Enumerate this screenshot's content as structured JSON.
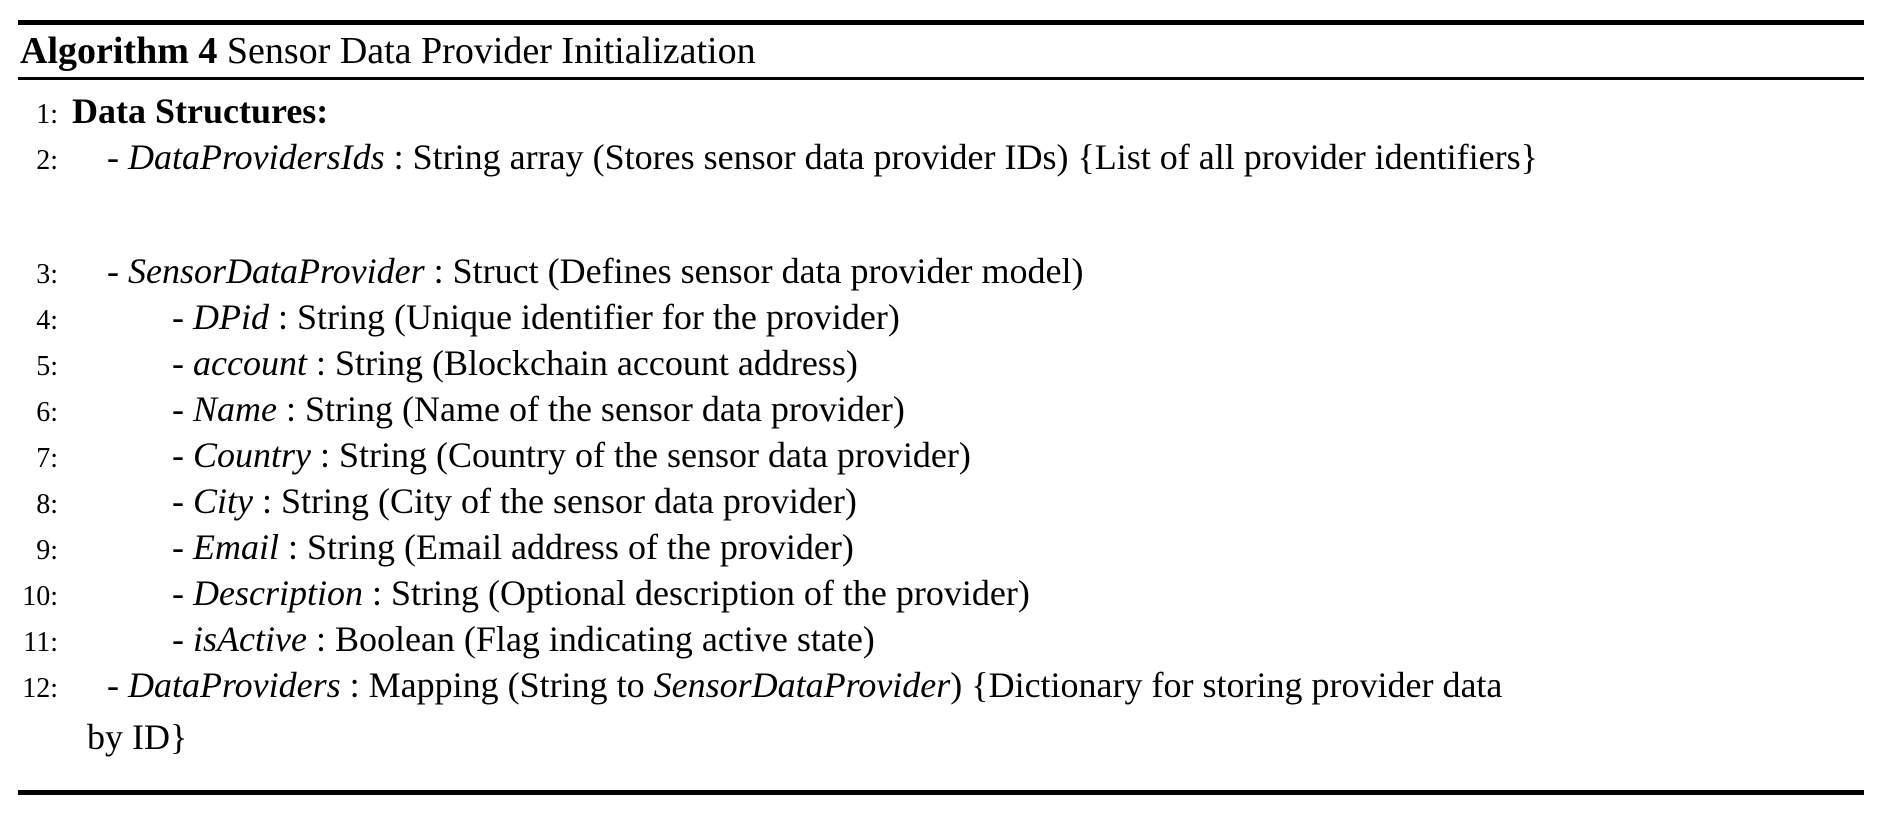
{
  "colors": {
    "text": "#000000",
    "background": "#ffffff",
    "rule": "#000000"
  },
  "title": {
    "bold": "Algorithm 4",
    "rest": " Sensor Data Provider Initialization"
  },
  "algorithm": {
    "lines": [
      {
        "num": "1:",
        "indent": 0,
        "segments": [
          {
            "text": "Data Structures:",
            "bold": true
          }
        ]
      },
      {
        "num": "2:",
        "indent": 1,
        "segments": [
          {
            "text": "- "
          },
          {
            "text": "DataProvidersIds",
            "italic": true
          },
          {
            "text": " : String array (Stores sensor data provider IDs) {List of all provider identifiers}"
          }
        ]
      },
      {
        "spacer": true,
        "num": "",
        "indent": 0,
        "segments": []
      },
      {
        "num": "3:",
        "indent": 1,
        "segments": [
          {
            "text": "- "
          },
          {
            "text": "SensorDataProvider",
            "italic": true
          },
          {
            "text": " : Struct (Defines sensor data provider model)"
          }
        ]
      },
      {
        "num": "4:",
        "indent": 2,
        "segments": [
          {
            "text": "- "
          },
          {
            "text": "DPid",
            "italic": true
          },
          {
            "text": " : String (Unique identifier for the provider)"
          }
        ]
      },
      {
        "num": "5:",
        "indent": 2,
        "segments": [
          {
            "text": "- "
          },
          {
            "text": "account",
            "italic": true
          },
          {
            "text": " : String (Blockchain account address)"
          }
        ]
      },
      {
        "num": "6:",
        "indent": 2,
        "segments": [
          {
            "text": "- "
          },
          {
            "text": "Name",
            "italic": true
          },
          {
            "text": " : String (Name of the sensor data provider)"
          }
        ]
      },
      {
        "num": "7:",
        "indent": 2,
        "segments": [
          {
            "text": "- "
          },
          {
            "text": "Country",
            "italic": true
          },
          {
            "text": " : String (Country of the sensor data provider)"
          }
        ]
      },
      {
        "num": "8:",
        "indent": 2,
        "segments": [
          {
            "text": "- "
          },
          {
            "text": "City",
            "italic": true
          },
          {
            "text": " : String (City of the sensor data provider)"
          }
        ]
      },
      {
        "num": "9:",
        "indent": 2,
        "segments": [
          {
            "text": "- "
          },
          {
            "text": "Email",
            "italic": true
          },
          {
            "text": " : String (Email address of the provider)"
          }
        ]
      },
      {
        "num": "10:",
        "indent": 2,
        "segments": [
          {
            "text": "- "
          },
          {
            "text": "Description",
            "italic": true
          },
          {
            "text": " : String (Optional description of the provider)"
          }
        ]
      },
      {
        "num": "11:",
        "indent": 2,
        "segments": [
          {
            "text": "- "
          },
          {
            "text": "isActive",
            "italic": true
          },
          {
            "text": " : Boolean (Flag indicating active state)"
          }
        ]
      },
      {
        "num": "12:",
        "indent": 1,
        "segments": [
          {
            "text": "- "
          },
          {
            "text": "DataProviders",
            "italic": true
          },
          {
            "text": " : Mapping (String to "
          },
          {
            "text": "SensorDataProvider",
            "italic": true
          },
          {
            "text": ") {Dictionary for storing provider data"
          }
        ]
      },
      {
        "continuation": true,
        "num": "",
        "indent": 0,
        "segments": [
          {
            "text": "by ID}"
          }
        ]
      }
    ]
  }
}
